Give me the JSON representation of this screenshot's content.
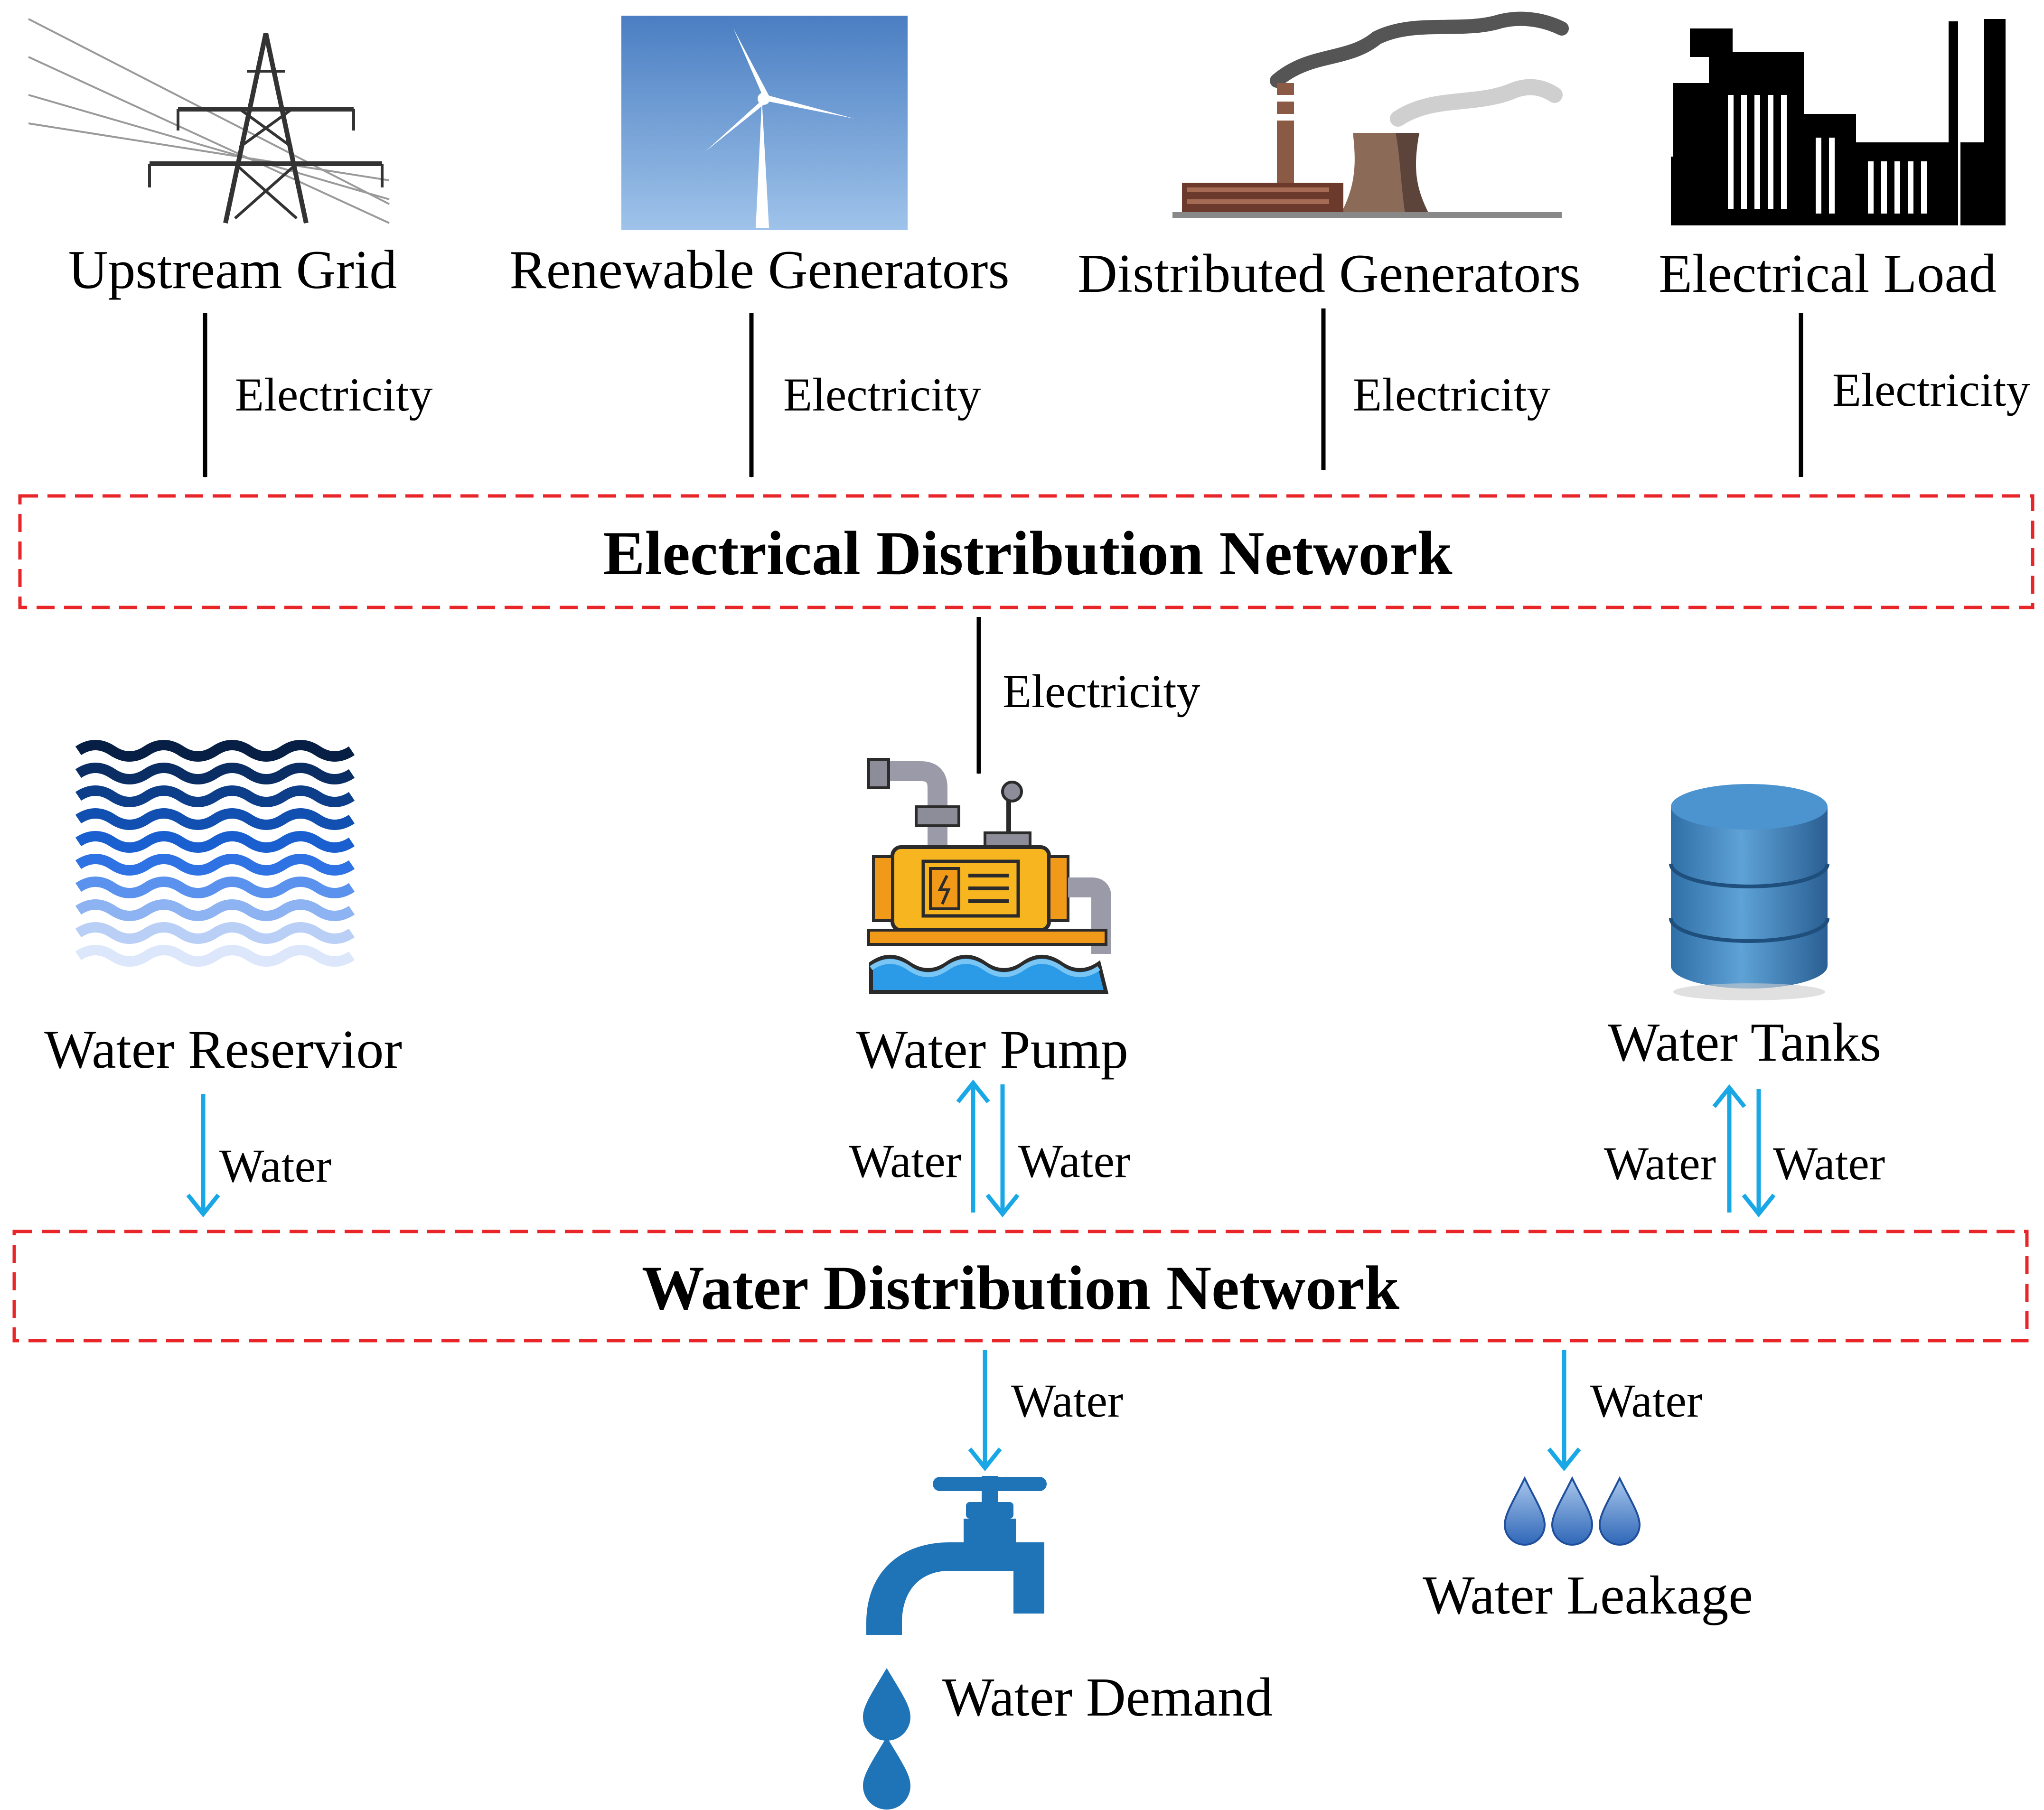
{
  "sources": {
    "upstream_grid": "Upstream Grid",
    "renewable_generators": "Renewable Generators",
    "distributed_generators": "Distributed Generators",
    "electrical_load": "Electrical Load"
  },
  "electrical_network": {
    "title": "Electrical Distribution Network"
  },
  "water_nodes": {
    "water_reservoir": "Water Reservior",
    "water_pump": "Water Pump",
    "water_tanks": "Water Tanks"
  },
  "water_network": {
    "title": "Water Distribution Network"
  },
  "sinks": {
    "water_demand": "Water Demand",
    "water_leakage": "Water Leakage"
  },
  "flows": {
    "electricity": "Electricity",
    "water": "Water"
  },
  "colors": {
    "electric_arrow": "#000000",
    "water_arrow": "#1aa7e6",
    "network_border": "#e8262a",
    "water_icon": "#1f73b7",
    "tank": "#3d86c1",
    "pump_body": "#f7b520"
  }
}
